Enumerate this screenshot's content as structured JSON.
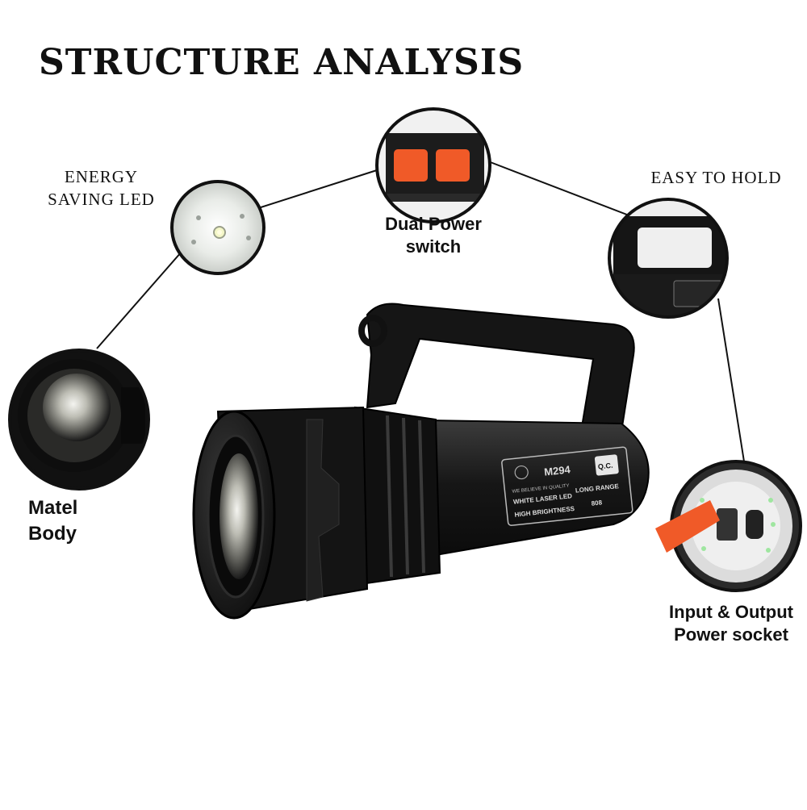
{
  "title": "STRUCTURE ANALYSIS",
  "callouts": {
    "led": {
      "line1": "ENERGY",
      "line2": "SAVING LED"
    },
    "switch": {
      "line1": "Dual Power",
      "line2": "switch"
    },
    "hold": {
      "line1": "EASY TO HOLD"
    },
    "body": {
      "line1": "Matel",
      "line2": "Body"
    },
    "socket": {
      "line1": "Input & Output",
      "line2": "Power socket"
    }
  },
  "product_label": {
    "model": "M294",
    "qc": "Q.C.",
    "tagline": "WE BELIEVE IN QUALITY",
    "row1_left": "WHITE LASER LED",
    "row1_right": "LONG RANGE",
    "row2_left": "HIGH BRIGHTNESS",
    "row2_right": "808"
  },
  "colors": {
    "switch_button": "#f05a28",
    "body": "#141414",
    "usb_cap": "#f05a28"
  }
}
